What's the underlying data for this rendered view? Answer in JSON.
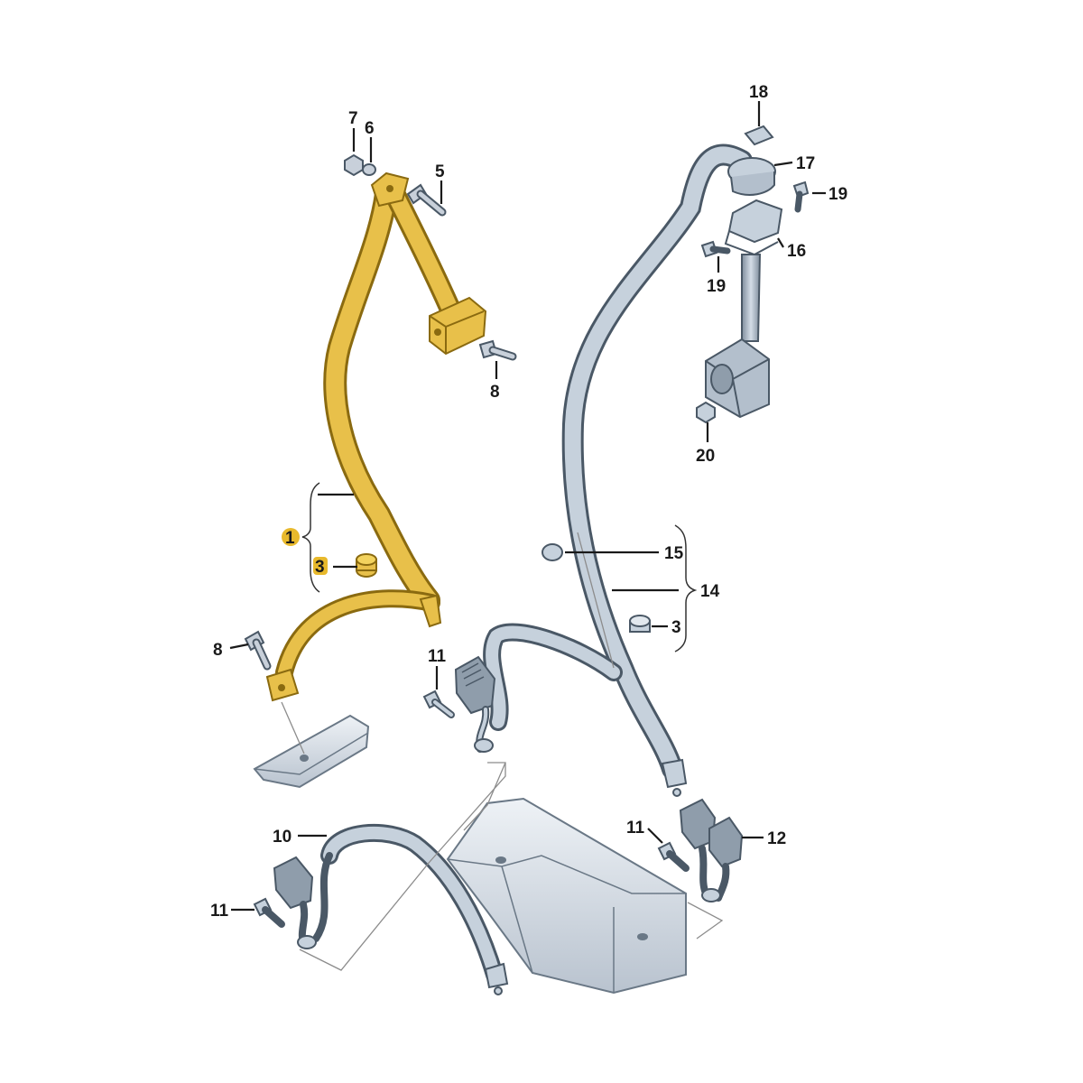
{
  "colors": {
    "highlight_belt": "#e8c04a",
    "highlight_belt_edge": "#8a6a10",
    "grey_belt": "#aab8c8",
    "grey_belt_edge": "#4a5866",
    "label": "#1a1a1a",
    "callout_highlight": "#e8b92c"
  },
  "callouts": {
    "c1": "1",
    "c3a": "3",
    "c3b": "3",
    "c5": "5",
    "c6": "6",
    "c7": "7",
    "c8a": "8",
    "c8b": "8",
    "c10": "10",
    "c11a": "11",
    "c11b": "11",
    "c11c": "11",
    "c12": "12",
    "c14": "14",
    "c15": "15",
    "c16": "16",
    "c17": "17",
    "c18": "18",
    "c19a": "19",
    "c19b": "19",
    "c20": "20"
  }
}
